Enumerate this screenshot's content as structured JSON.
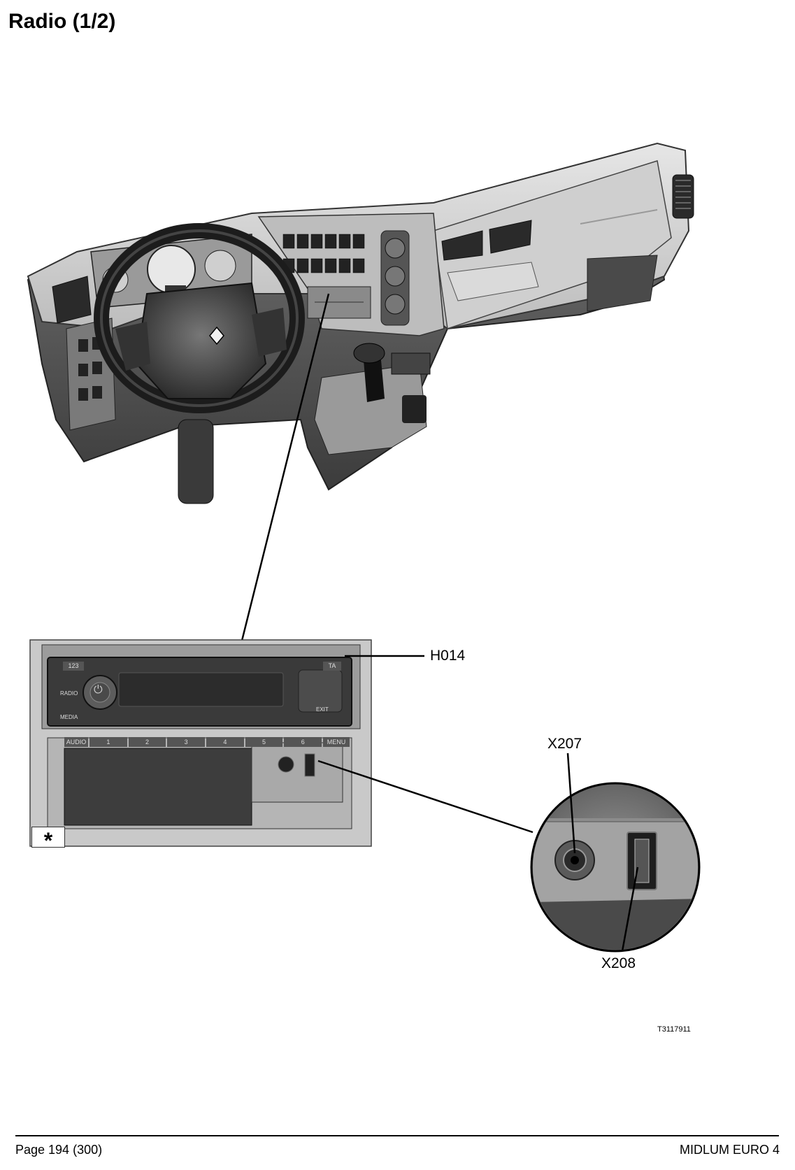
{
  "page": {
    "title": "Radio (1/2)",
    "footer_left": "Page 194 (300)",
    "footer_right": "MIDLUM EURO 4",
    "figure_ref": "T3117911"
  },
  "callouts": {
    "h014": "H014",
    "x207": "X207",
    "x208": "X208",
    "star": "*"
  },
  "radio_panel": {
    "btn_123": "123",
    "btn_ta": "TA",
    "btn_radio": "RADIO",
    "btn_media": "MEDIA",
    "btn_audio": "AUDIO",
    "btn_menu": "MENU",
    "btn_exit": "EXIT",
    "presets": [
      "1",
      "2",
      "3",
      "4",
      "5",
      "6"
    ]
  }
}
